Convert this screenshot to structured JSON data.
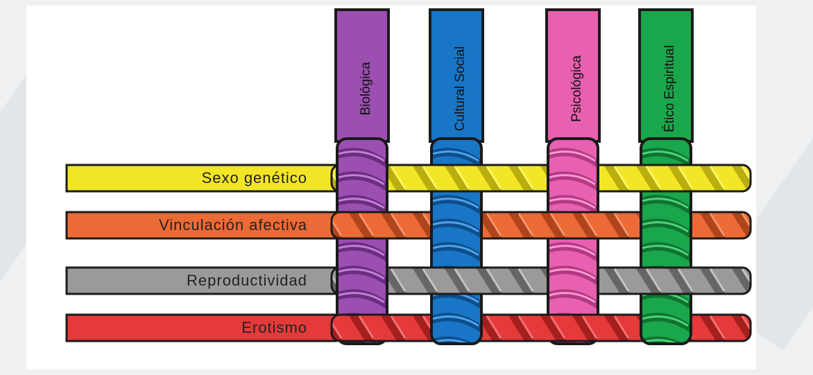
{
  "columns": [
    {
      "label": "Biológica",
      "color": "#9b4fb0",
      "dark": "#6a2d80",
      "light": "#c37fd6"
    },
    {
      "label": "Cultural Social",
      "color": "#1976c6",
      "dark": "#0d4e8c",
      "light": "#4fa3ea"
    },
    {
      "label": "Psicológica",
      "color": "#e860b0",
      "dark": "#b53883",
      "light": "#f59ad0"
    },
    {
      "label": "Ético Espiritual",
      "color": "#1aa64a",
      "dark": "#0e7331",
      "light": "#4fd27a"
    }
  ],
  "bands": [
    {
      "label": "Sexo genético",
      "color": "#f2e626",
      "dark": "#b9ae0f",
      "light": "#fff56b",
      "text_color": "#222222"
    },
    {
      "label": "Vinculación afectiva",
      "color": "#ec6a35",
      "dark": "#b0441b",
      "light": "#f7946a",
      "text_color": "#222222"
    },
    {
      "label": "Reproductividad",
      "color": "#9a9a9a",
      "dark": "#666666",
      "light": "#c4c4c4",
      "text_color": "#222222"
    },
    {
      "label": "Erotismo",
      "color": "#e43a3a",
      "dark": "#a51f1f",
      "light": "#f27272",
      "text_color": "#222222"
    }
  ]
}
